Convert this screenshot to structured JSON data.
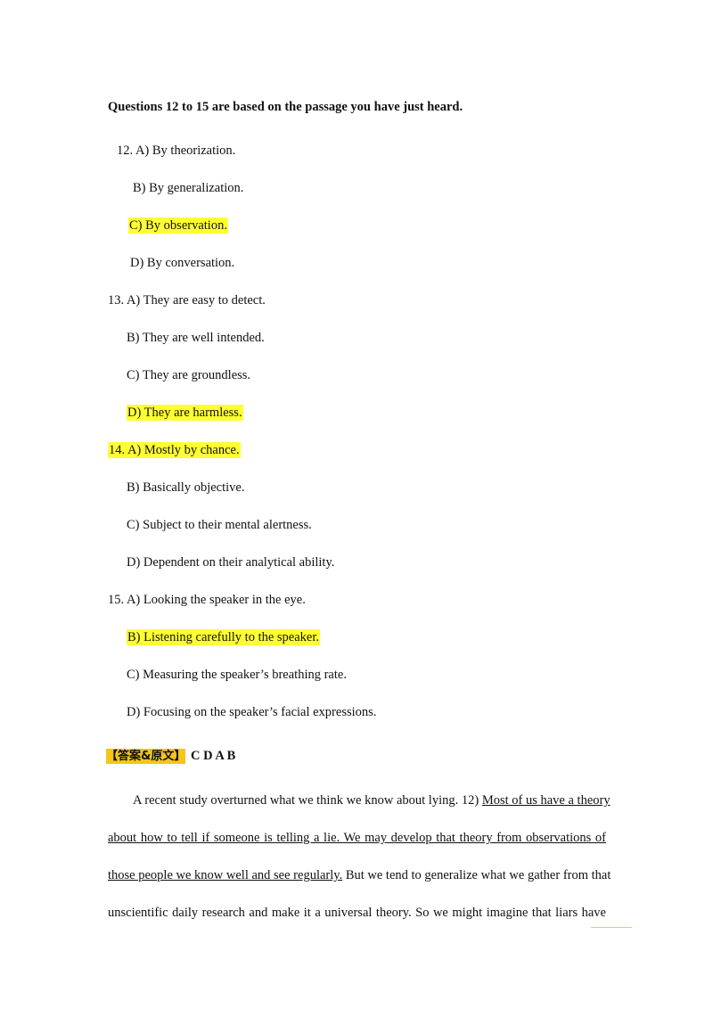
{
  "header": "Questions 12 to 15 are based on the passage you have just heard.",
  "questions": [
    {
      "options": [
        {
          "text": "12. A) By theorization.",
          "highlighted": false
        },
        {
          "text": "B) By generalization.",
          "highlighted": false
        },
        {
          "text": "C) By observation.",
          "highlighted": true
        },
        {
          "text": "D) By conversation.",
          "highlighted": false
        }
      ]
    },
    {
      "options": [
        {
          "text": "13. A) They are easy to detect.",
          "highlighted": false
        },
        {
          "text": "B) They are well intended.",
          "highlighted": false
        },
        {
          "text": "C) They are groundless.",
          "highlighted": false
        },
        {
          "text": "D) They are harmless.",
          "highlighted": true
        }
      ]
    },
    {
      "options": [
        {
          "text": "14. A) Mostly by chance.",
          "highlighted": true
        },
        {
          "text": "B) Basically objective.",
          "highlighted": false
        },
        {
          "text": "C) Subject to their mental alertness.",
          "highlighted": false
        },
        {
          "text": "D) Dependent on their analytical ability.",
          "highlighted": false
        }
      ]
    },
    {
      "options": [
        {
          "text": "15. A) Looking the speaker in the eye.",
          "highlighted": false
        },
        {
          "text": "B) Listening carefully to the speaker.",
          "highlighted": true
        },
        {
          "text": "C) Measuring the speaker’s breathing rate.",
          "highlighted": false
        },
        {
          "text": "D) Focusing on the speaker’s facial expressions.",
          "highlighted": false
        }
      ]
    }
  ],
  "answer_label": "【答案&原文】",
  "answer_key": "C D A B",
  "passage": {
    "line1_plain": "A recent study overturned what we think we know about lying. 12) ",
    "line1_underlined": "Most of us have a theory",
    "line2_underlined": "about how to tell if someone is telling a lie. We may develop that theory from observations of",
    "line3_underlined": "those people we know well and see regularly.",
    "line3_plain": " But we tend to generalize what we gather from that",
    "line4_plain": "unscientific daily research and make it a universal theory. So we might imagine that liars have"
  },
  "colors": {
    "highlight": "#ffff33",
    "answer_label_bg": "#f5c518",
    "footer_rule": "#f2c94c"
  }
}
